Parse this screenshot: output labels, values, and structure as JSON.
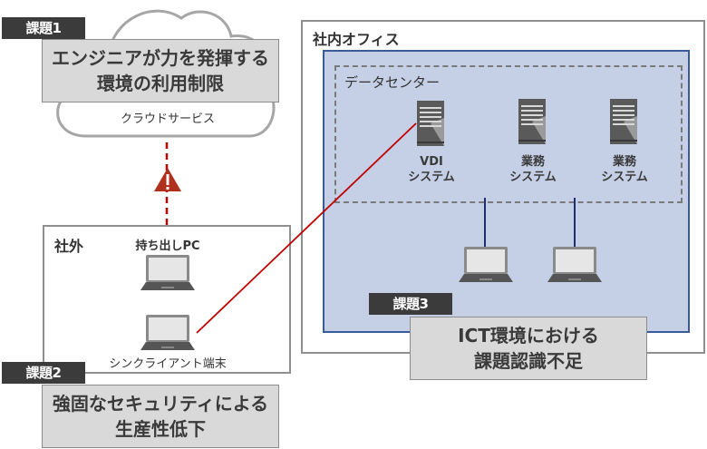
{
  "cloud": {
    "label": "クラウドサービス"
  },
  "issues": [
    {
      "tag": "課題1",
      "lines": [
        "エンジニアが力を発揮する",
        "環境の利用制限"
      ]
    },
    {
      "tag": "課題2",
      "lines": [
        "強固なセキュリティによる",
        "生産性低下"
      ]
    },
    {
      "tag": "課題3",
      "lines": [
        "ICT環境における",
        "課題認識不足"
      ]
    }
  ],
  "external": {
    "label": "社外",
    "devices": [
      {
        "label": "持ち出しPC"
      },
      {
        "label": "シンクライアント端末"
      }
    ]
  },
  "office": {
    "label": "社内オフィス",
    "datacenter": {
      "label": "データセンター",
      "servers": [
        {
          "line1": "VDI",
          "line2": "システム"
        },
        {
          "line1": "業務",
          "line2": "システム"
        },
        {
          "line1": "業務",
          "line2": "システム"
        }
      ]
    }
  },
  "colors": {
    "issue_tag_bg": "#3b3b3b",
    "issue_box_bg": "#d9d9d9",
    "lan_bg": "#c5d0e6",
    "lan_border": "#3b5a9a",
    "alert_red": "#b0301e",
    "connection_red": "#c00000",
    "link_navy": "#1f2f6e"
  }
}
